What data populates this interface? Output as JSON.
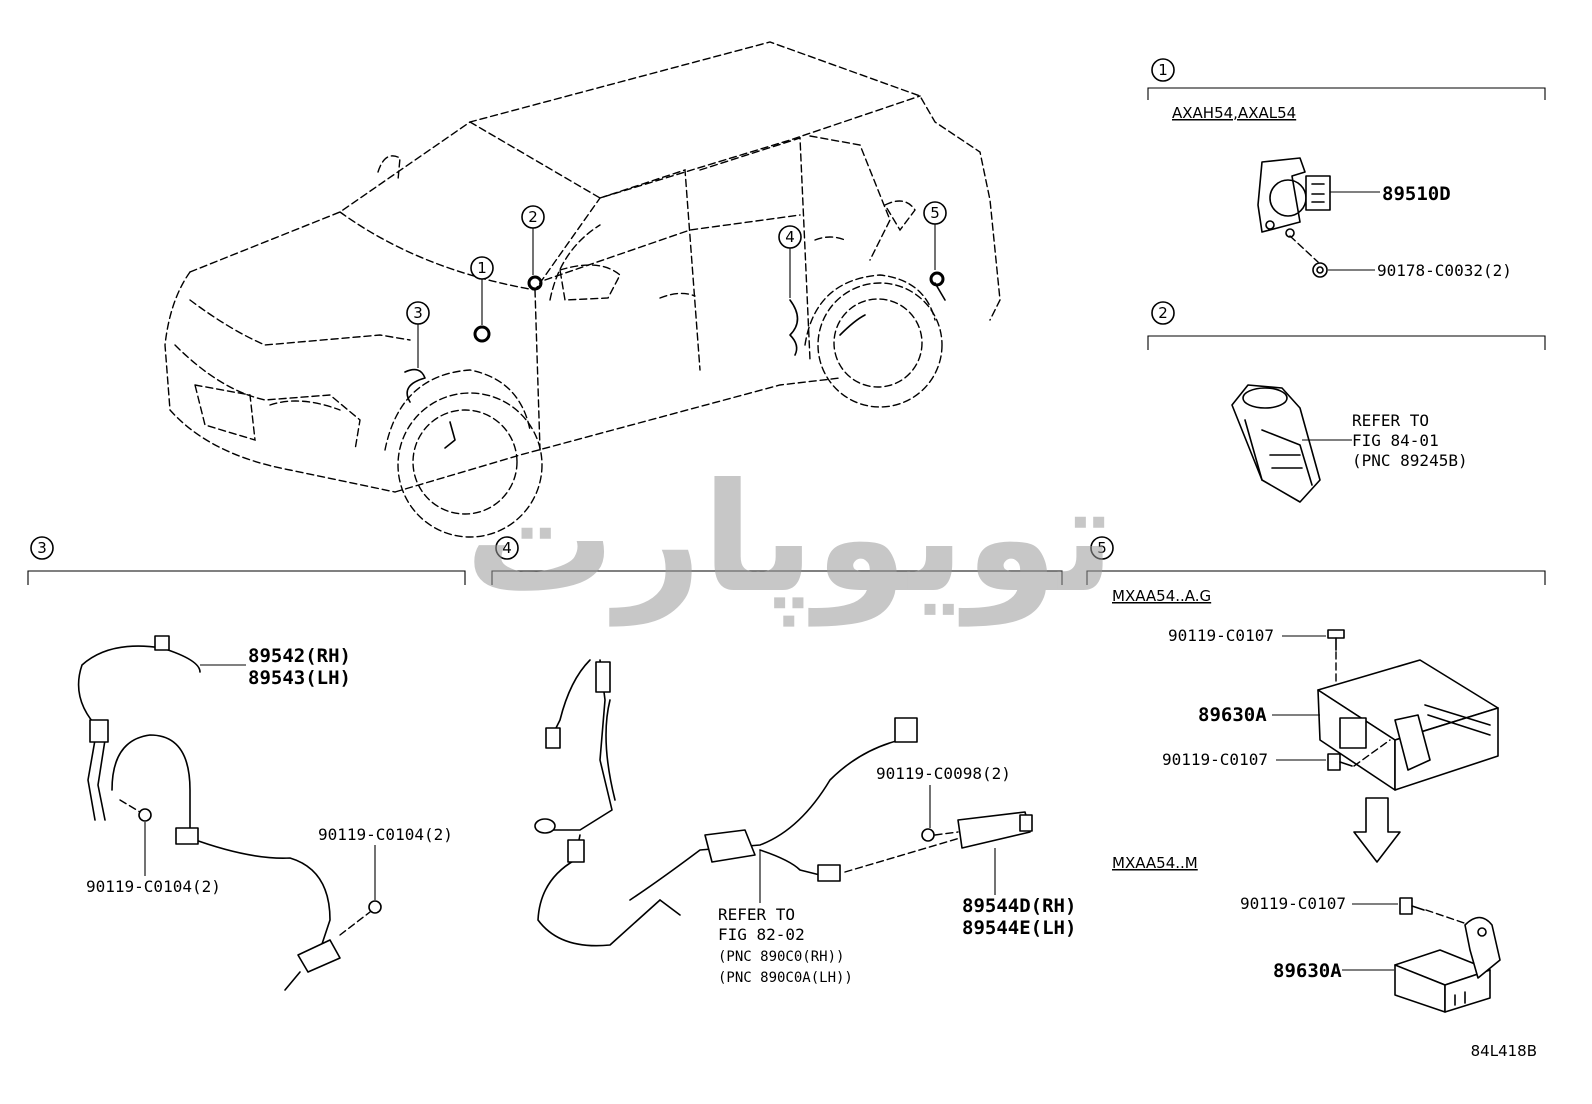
{
  "diagram_code": "84L418B",
  "watermark": "تویوپارت",
  "callouts": [
    "1",
    "2",
    "3",
    "4",
    "5"
  ],
  "sections": {
    "s1": {
      "num": "1",
      "subtitle": "AXAH54,AXAL54",
      "parts": [
        "89510D",
        "90178-C0032(2)"
      ]
    },
    "s2": {
      "num": "2",
      "refer": [
        "REFER TO",
        "FIG 84-01",
        "(PNC 89245B)"
      ]
    },
    "s3": {
      "num": "3",
      "parts": [
        "89542(RH)",
        "89543(LH)",
        "90119-C0104(2)",
        "90119-C0104(2)"
      ]
    },
    "s4": {
      "num": "4",
      "parts": [
        "90119-C0098(2)",
        "89544D(RH)",
        "89544E(LH)"
      ],
      "refer": [
        "REFER TO",
        "FIG 82-02",
        "(PNC 890C0(RH))",
        "(PNC 890C0A(LH))"
      ]
    },
    "s5": {
      "num": "5",
      "subtitle_a": "MXAA54..A.G",
      "subtitle_b": "MXAA54..M",
      "parts": [
        "90119-C0107",
        "89630A",
        "90119-C0107",
        "90119-C0107",
        "89630A"
      ]
    }
  }
}
